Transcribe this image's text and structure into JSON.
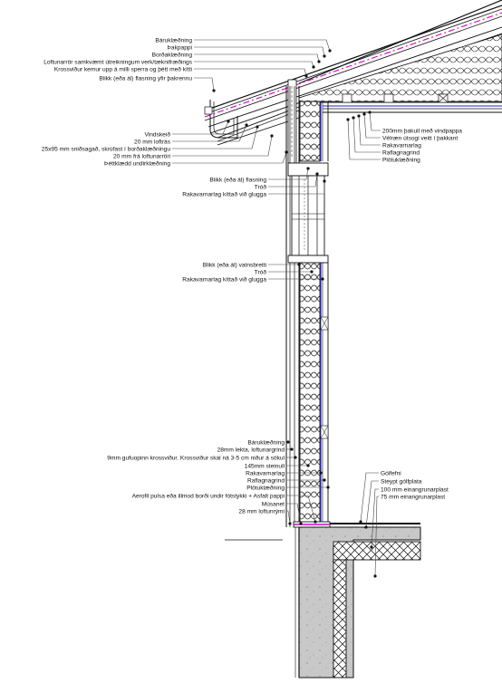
{
  "labels_left_top": [
    "Báruklæðning",
    "Þakpappi",
    "Borðaklæðning",
    "Loftunarrör samkvæmt útreikningum verk/tæknifræðings",
    "Krossviður kemur upp á milli sperra og þétt með kítti",
    "Blikk (eða ál)  flasning yfir þakrennu"
  ],
  "labels_left_eave": [
    "Vindskeið",
    "20 mm loftrás",
    "25x95 mm sniðsagað, skrúfast í borðaklæðningu",
    "20 mm frá loftunarröri",
    "Þéttklædd undirklæðning"
  ],
  "labels_window_top": [
    "Blikk (eða ál) flasning",
    "Tróð",
    "Rakavarnarlag kíttað við glugga"
  ],
  "labels_window_sill": [
    "Blikk (eða ál) vatnsbretti",
    "Tróð",
    "Rakavarnarlag kíttað við glugga"
  ],
  "labels_right_roof": [
    "200mm þakull með vindpappa",
    "Vélræn útsogi veitt í þakkant",
    "Rakavarnarlag",
    "Raflagnagrind",
    "Plötuklæðning"
  ],
  "labels_left_wall": [
    "Báruklæðning",
    "28mm lekta, loftunargrind",
    "9mm gufuopinn krossviður. Krossviður skal ná 3-5 cm niður á sökul",
    "145mm steinull",
    "Rakavarnarlag",
    "Raflagnagrind",
    "Plötuklæðning",
    "Aerofil pulsa eða illmod borði undir fótstykki + Asfalt pappi",
    "Músanet",
    "28 mm loftunrými"
  ],
  "labels_right_floor": [
    "Gólfefni",
    "Steypt gólfplata",
    "100 mm einangrunarplast",
    "75 mm einangrunarplast"
  ],
  "colors": {
    "line": "#111111",
    "vapor_barrier": "#d400c8",
    "membrane": "#2222cc",
    "concrete": "#c8c8c8",
    "leader": "#444444"
  }
}
